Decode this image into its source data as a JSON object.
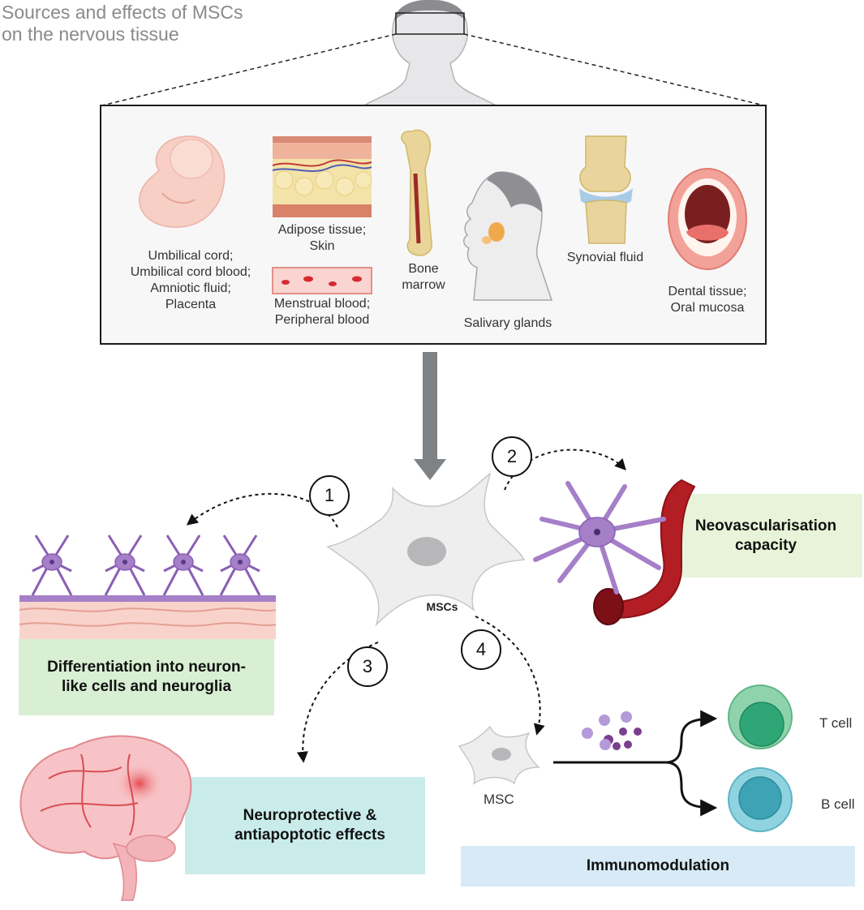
{
  "title": {
    "line1": "Sources and effects of MSCs",
    "line2": "on the nervous tissue"
  },
  "sources": {
    "umbilical": [
      "Umbilical cord;",
      "Umbilical cord blood;",
      "Amniotic fluid;",
      "Placenta"
    ],
    "adipose": [
      "Adipose tissue;",
      "Skin"
    ],
    "menstrual": [
      "Menstrual blood;",
      "Peripheral blood"
    ],
    "bone": [
      "Bone",
      "marrow"
    ],
    "salivary": "Salivary glands",
    "synovial": "Synovial fluid",
    "dental": [
      "Dental tissue;",
      "Oral mucosa"
    ]
  },
  "center": {
    "label": "MSCs"
  },
  "steps": [
    "1",
    "2",
    "3",
    "4"
  ],
  "effects": {
    "differentiation": [
      "Differentiation into neuron-",
      "like cells and neuroglia"
    ],
    "neovascularisation": [
      "Neovascularisation",
      "capacity"
    ],
    "neuroprotective": [
      "Neuroprotective &",
      "antiapoptotic effects"
    ],
    "immunomodulation": "Immunomodulation"
  },
  "immune": {
    "msc": "MSC",
    "t_cell": "T cell",
    "b_cell": "B cell"
  },
  "colors": {
    "differentiation_bg": "#d8efd3",
    "neovascular_bg": "#e8f4d9",
    "neuroprotective_bg": "#c9ecea",
    "immuno_bg": "#d7eaf6",
    "neuron": "#a57fc8",
    "arrow_gray": "#7f8285"
  }
}
